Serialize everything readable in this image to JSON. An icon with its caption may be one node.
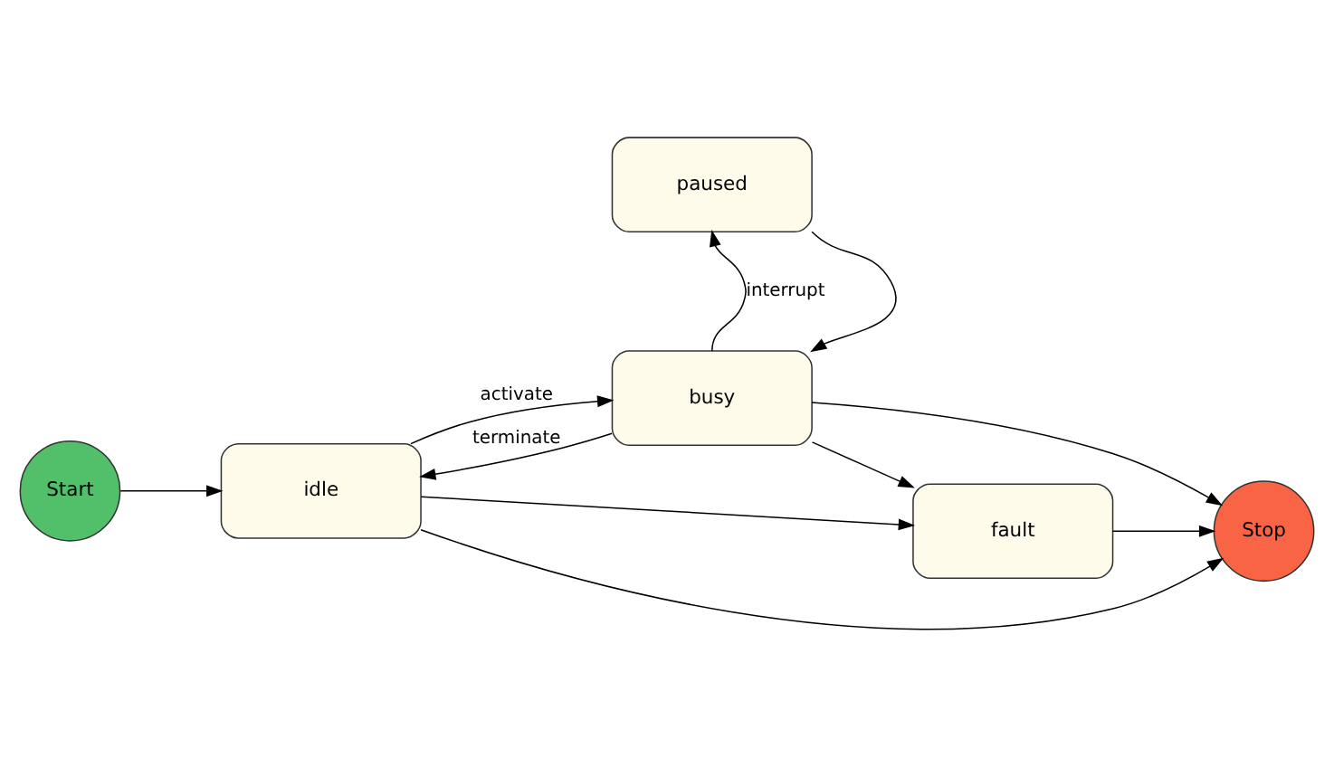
{
  "diagram": {
    "nodes": [
      {
        "text": [
          "Start"
        ]
      },
      {
        "text": [
          "idle"
        ]
      },
      {
        "text": [
          "busy"
        ]
      },
      {
        "text": [
          "paused"
        ]
      },
      {
        "text": [
          "fault"
        ]
      },
      {
        "text": [
          "Stop"
        ]
      }
    ],
    "edges": [
      {
        "from": 0,
        "to": 1,
        "arrow": "to"
      },
      {
        "from": 1,
        "to": 2,
        "arrow": "to",
        "label": "activate"
      },
      {
        "from": 2,
        "to": 1,
        "arrow": "to",
        "label": "terminate"
      },
      {
        "from": 2,
        "to": 3,
        "arrow": "to",
        "label": "interrupt"
      },
      {
        "from": 3,
        "to": 2,
        "arrow": "to"
      },
      {
        "from": 2,
        "to": 5,
        "arrow": "to"
      },
      {
        "from": 1,
        "to": 4,
        "arrow": "to"
      },
      {
        "from": 2,
        "to": 4,
        "arrow": "to"
      },
      {
        "from": 4,
        "to": 5,
        "arrow": "to"
      },
      {
        "from": 1,
        "to": 5,
        "arrow": "to"
      }
    ]
  }
}
